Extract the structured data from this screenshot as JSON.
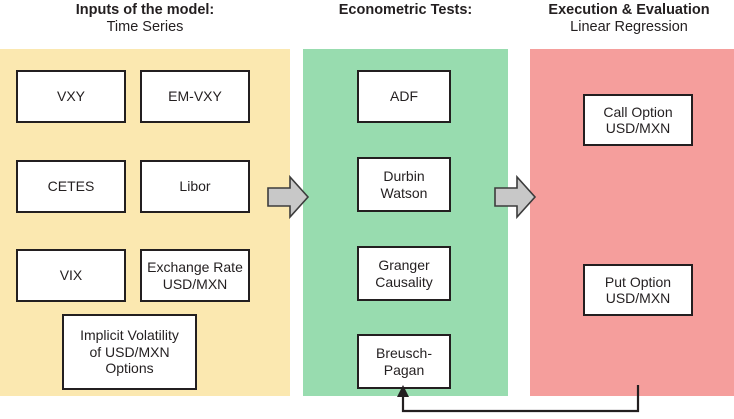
{
  "diagram": {
    "columns": [
      {
        "id": "inputs",
        "title": "Inputs of the model:",
        "subtitle": "Time Series",
        "panel_color": "#fbe8b0",
        "nodes": [
          {
            "label": "VXY"
          },
          {
            "label": "EM-VXY"
          },
          {
            "label": "CETES"
          },
          {
            "label": "Libor"
          },
          {
            "label": "VIX"
          },
          {
            "label": "Exchange Rate\nUSD/MXN"
          },
          {
            "label": "Implicit Volatility\nof USD/MXN\nOptions"
          }
        ]
      },
      {
        "id": "tests",
        "title": "Econometric Tests:",
        "subtitle": "",
        "panel_color": "#98dcaf",
        "nodes": [
          {
            "label": "ADF"
          },
          {
            "label": "Durbin\nWatson"
          },
          {
            "label": "Granger\nCausality"
          },
          {
            "label": "Breusch-\nPagan"
          }
        ]
      },
      {
        "id": "execution",
        "title": "Execution & Evaluation",
        "subtitle": "Linear Regression",
        "panel_color": "#f59e9c",
        "nodes": [
          {
            "label": "Call Option\nUSD/MXN"
          },
          {
            "label": "Put Option\nUSD/MXN"
          }
        ]
      }
    ],
    "connectors": [
      {
        "name": "inputs-to-tests",
        "type": "block-arrow",
        "direction": "right",
        "fill": "#c8c8c8",
        "stroke": "#3c3c3c"
      },
      {
        "name": "tests-to-execution",
        "type": "block-arrow",
        "direction": "right",
        "fill": "#c8c8c8",
        "stroke": "#3c3c3c"
      },
      {
        "name": "execution-to-tests-feedback",
        "type": "elbow-arrow",
        "direction": "up",
        "stroke": "#231f20"
      }
    ],
    "colors": {
      "text": "#231f20",
      "node_border": "#231f20",
      "node_fill": "#ffffff",
      "background": "#ffffff"
    }
  }
}
